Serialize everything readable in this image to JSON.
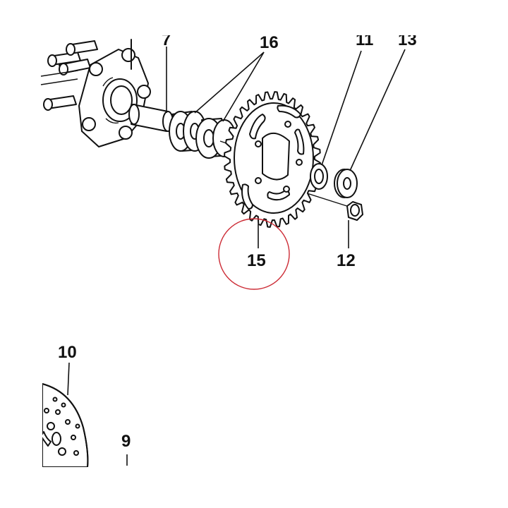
{
  "labels": {
    "top_a": "7",
    "top_b": "16",
    "top_c": "11",
    "top_d": "13",
    "sprocket": "15",
    "nut": "12",
    "disc": "10",
    "bolt": "9"
  },
  "colors": {
    "ink": "#111111",
    "highlight_circle": "#cc2b35",
    "background": "#ffffff"
  }
}
